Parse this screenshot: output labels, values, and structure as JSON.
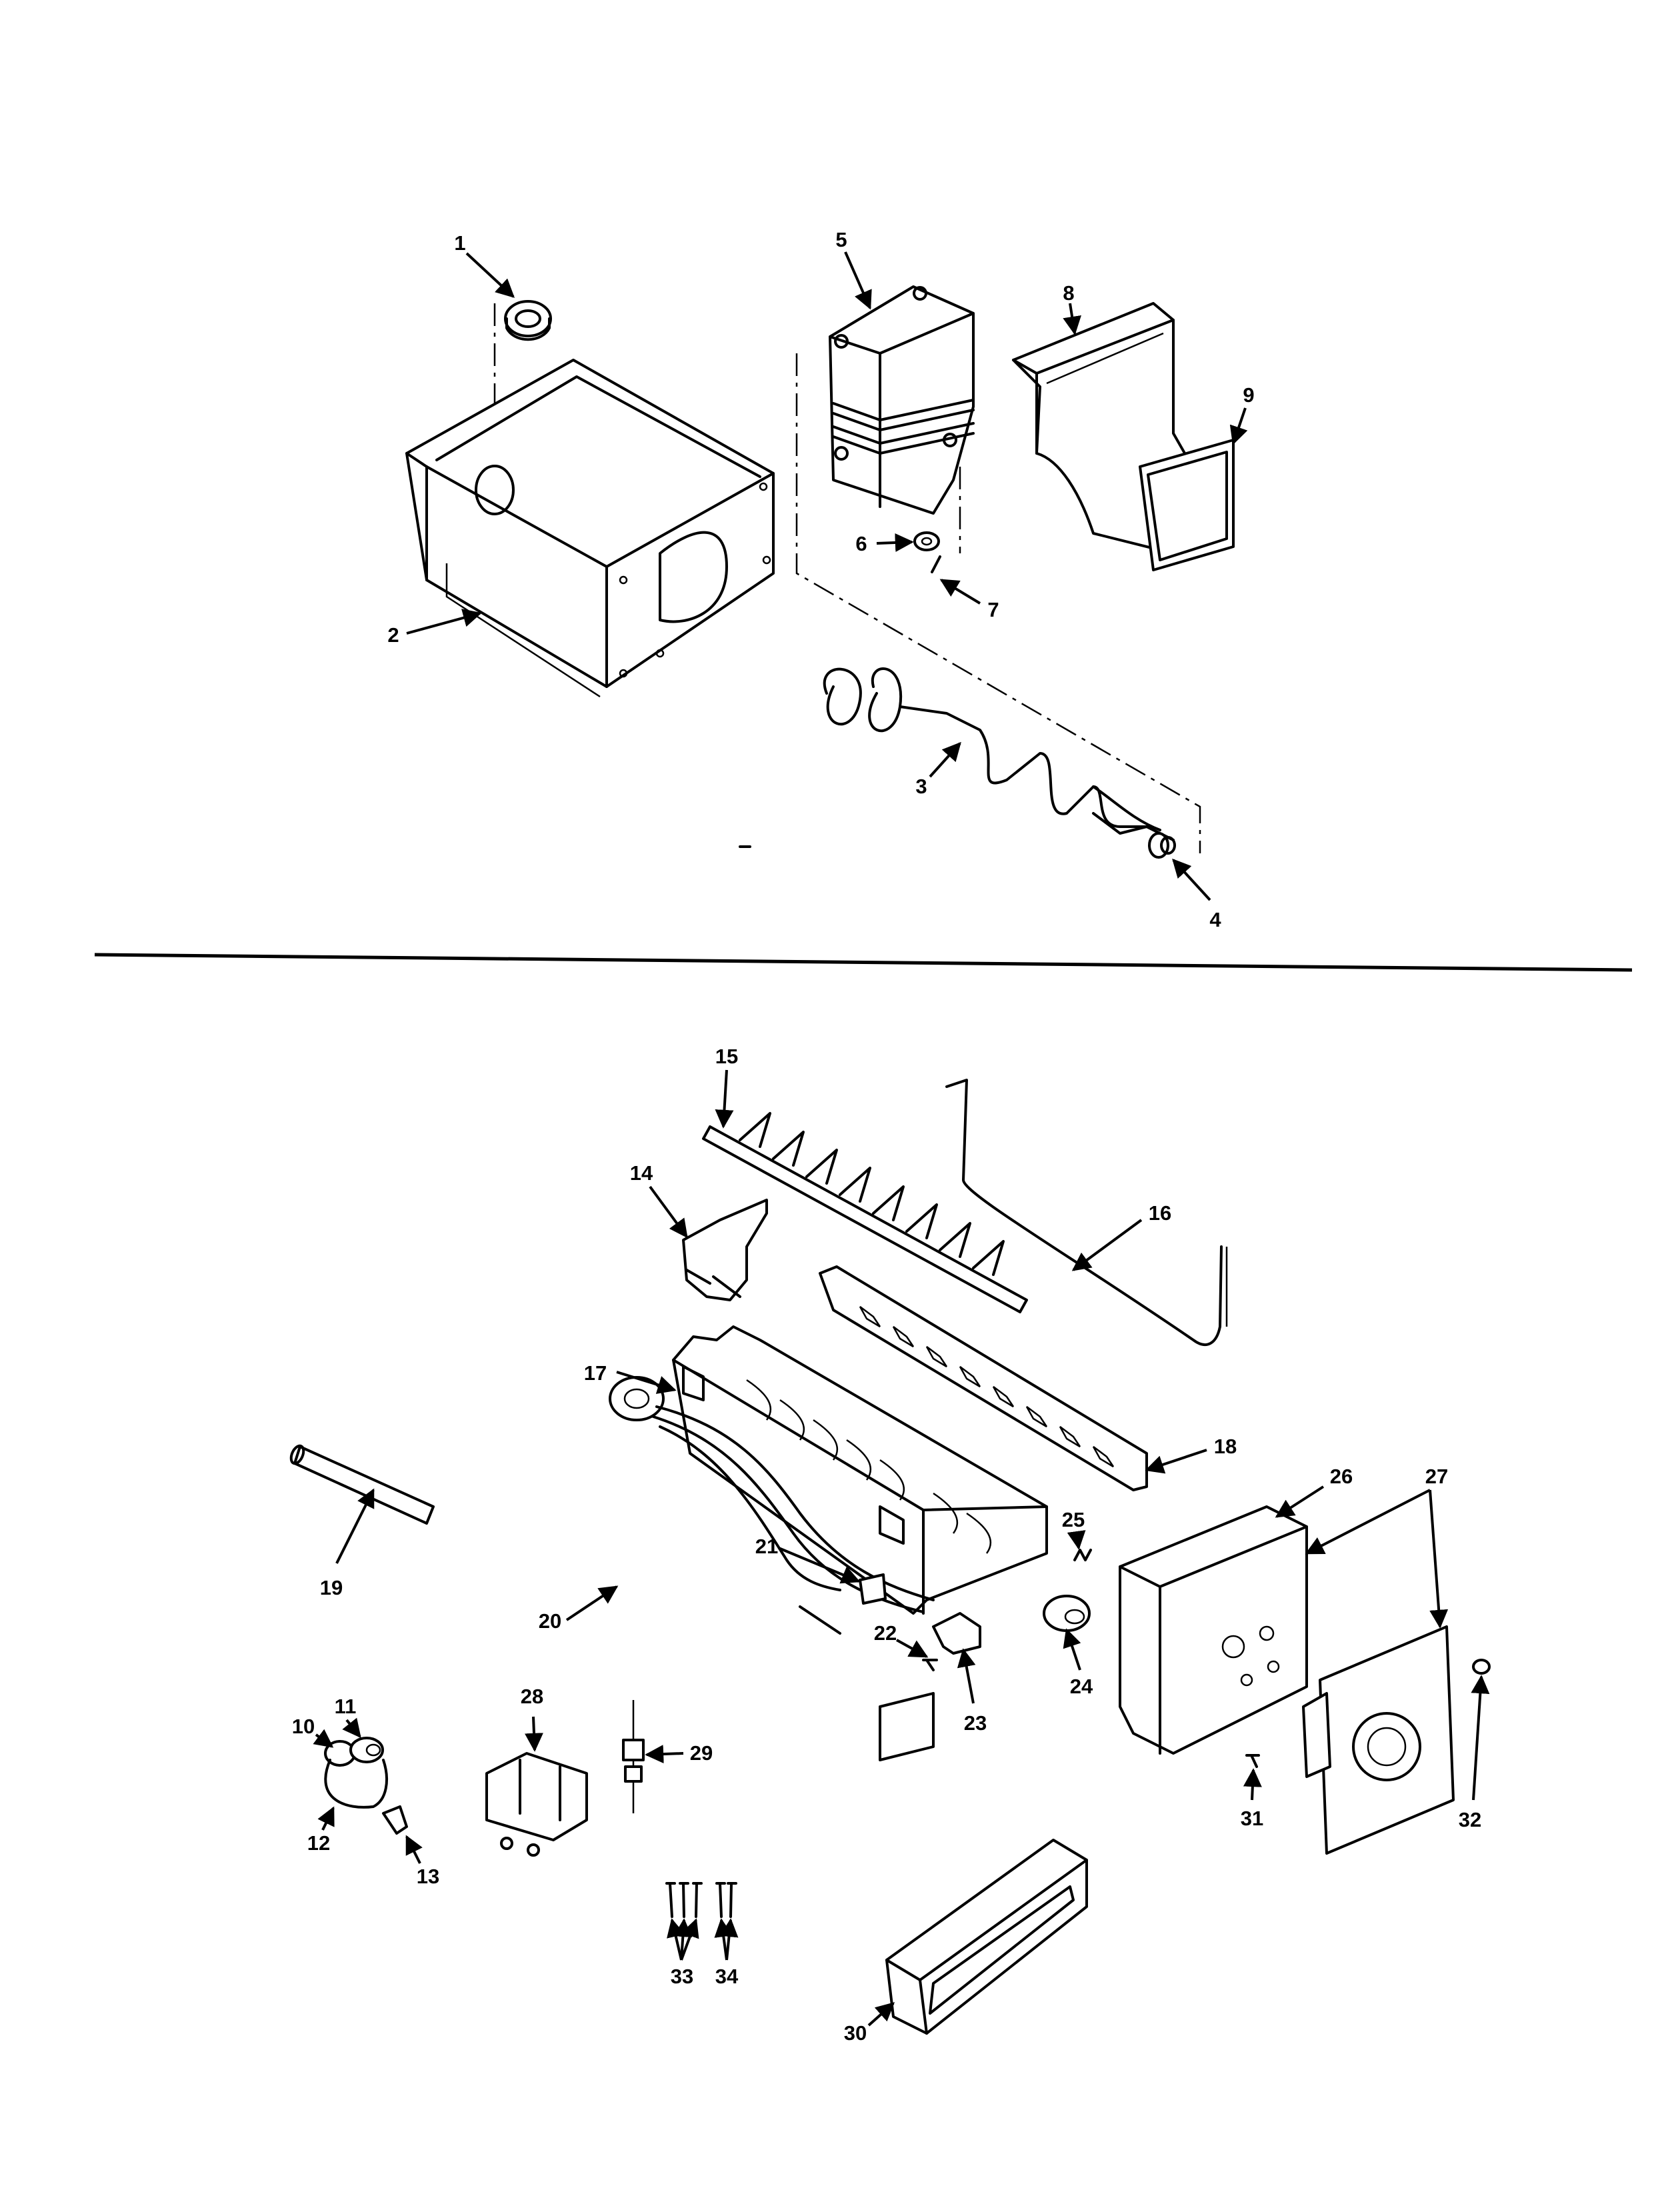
{
  "diagram": {
    "callouts": [
      "1",
      "2",
      "3",
      "4",
      "5",
      "6",
      "7",
      "8",
      "9",
      "10",
      "11",
      "12",
      "13",
      "14",
      "15",
      "16",
      "17",
      "18",
      "19",
      "20",
      "21",
      "22",
      "23",
      "24",
      "25",
      "26",
      "27",
      "28",
      "29",
      "30",
      "31",
      "32",
      "33",
      "34"
    ]
  }
}
